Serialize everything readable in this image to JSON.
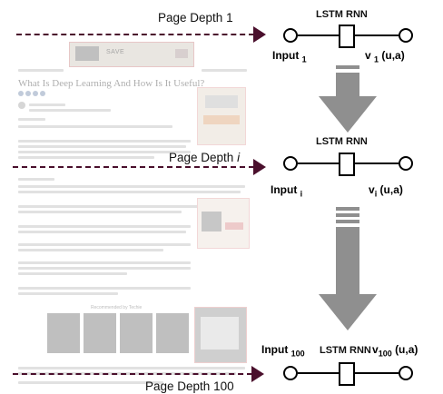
{
  "diagram": {
    "page_depth_labels": [
      {
        "prefix": "Page Depth ",
        "index": "1",
        "italic": false
      },
      {
        "prefix": "Page Depth ",
        "index": "i",
        "italic": true
      },
      {
        "prefix": "Page Depth ",
        "index": "100",
        "italic": false
      }
    ],
    "lstm_units": [
      {
        "block_label": "LSTM RNN",
        "input_base": "Input",
        "input_sub": "1",
        "output_base": "v",
        "output_sub": "1",
        "output_args": "(u,a)"
      },
      {
        "block_label": "LSTM RNN",
        "input_base": "Input",
        "input_sub": "i",
        "output_base": "v",
        "output_sub": "i",
        "output_args": "(u,a)"
      },
      {
        "block_label": "LSTM RNN",
        "input_base": "Input",
        "input_sub": "100",
        "output_base": "v",
        "output_sub": "100",
        "output_args": "(u,a)"
      }
    ],
    "webpage_screenshot": {
      "article_title": "What Is Deep Learning And How Is It Useful?",
      "banner_text": "SAVE",
      "recommended_heading": "Recommended by Techie"
    }
  }
}
